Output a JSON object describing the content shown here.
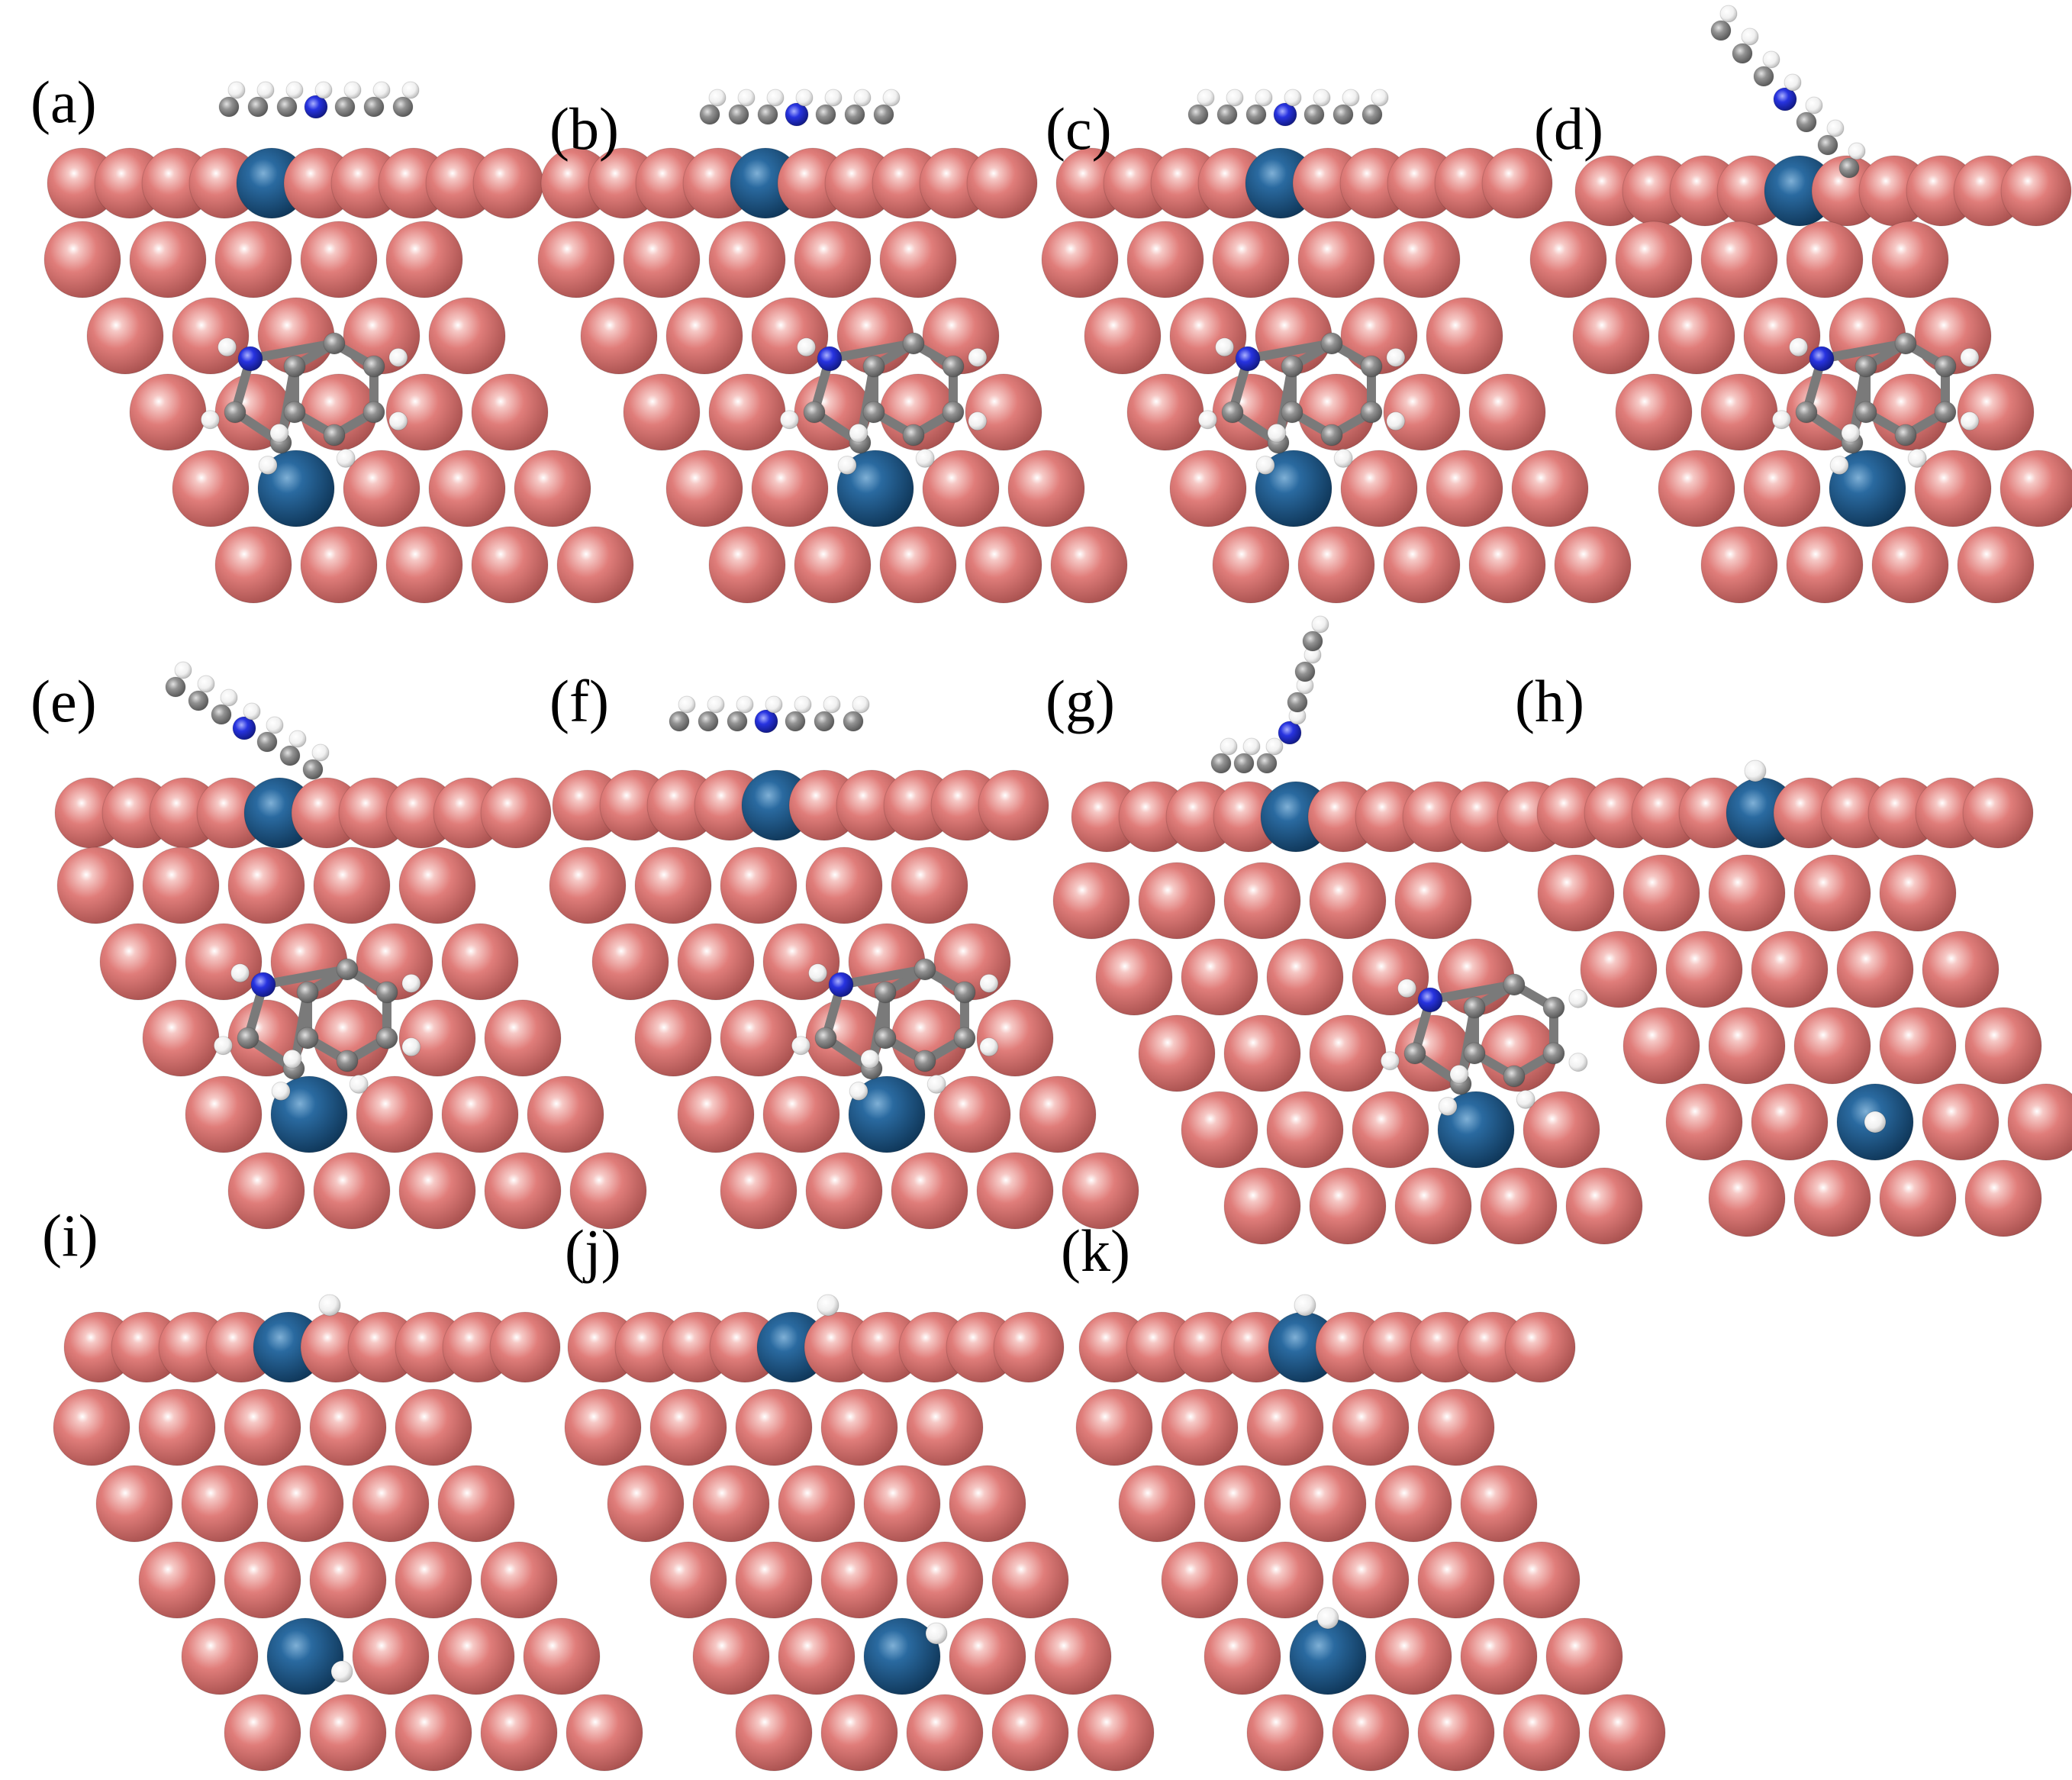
{
  "figure": {
    "panels": [
      {
        "label": "(a)",
        "slab": "Ni-doped metal surface",
        "adsorbate": "indole",
        "bound_atom": "N"
      },
      {
        "label": "(b)",
        "slab": "Ni-doped metal surface",
        "adsorbate": "indole",
        "bound_atom": "N"
      },
      {
        "label": "(c)",
        "slab": "Ni-doped metal surface",
        "adsorbate": "indole",
        "bound_atom": "N"
      },
      {
        "label": "(d)",
        "slab": "Ni-doped metal surface",
        "adsorbate": "indole",
        "bound_atom": "N"
      },
      {
        "label": "(e)",
        "slab": "Ni-doped metal surface",
        "adsorbate": "indole",
        "bound_atom": "N"
      },
      {
        "label": "(f)",
        "slab": "Ni-doped metal surface",
        "adsorbate": "indoline",
        "bound_atom": "N"
      },
      {
        "label": "(g)",
        "slab": "Ni-doped metal surface",
        "adsorbate": "alkyl pyrrole",
        "bound_atom": "N"
      },
      {
        "label": "(h)",
        "slab": "Ni-doped metal surface",
        "adsorbate": "H atom",
        "bound_atom": "H"
      },
      {
        "label": "(i)",
        "slab": "Ni-doped metal surface",
        "adsorbate": "H atom",
        "bound_atom": "H"
      },
      {
        "label": "(j)",
        "slab": "Ni-doped metal surface",
        "adsorbate": "H atom",
        "bound_atom": "H"
      },
      {
        "label": "(k)",
        "slab": "Ni-doped metal surface",
        "adsorbate": "H atom",
        "bound_atom": "H"
      }
    ],
    "colors": {
      "host_atom": "#d97674",
      "host_atom_highlight": "#f3c2c0",
      "dopant_atom": "#1e5a8a",
      "carbon": "#8a8a8a",
      "nitrogen": "#2630d6",
      "hydrogen": "#f4f4f4",
      "background": "#ffffff"
    }
  }
}
